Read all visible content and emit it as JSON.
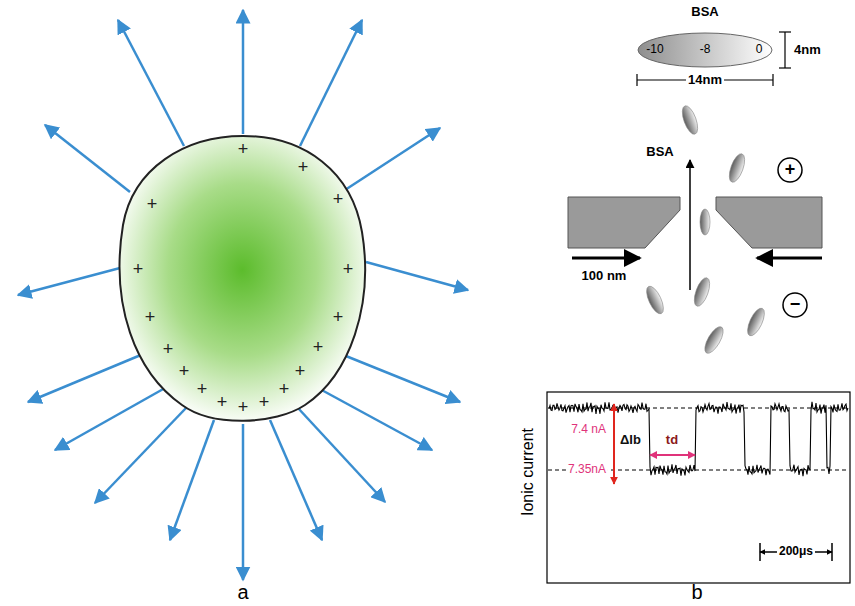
{
  "diagram": {
    "nodes": [
      {
        "text": [
          "BSA",
          "-10",
          "-8",
          "0"
        ]
      },
      {
        "text": [
          "+"
        ]
      },
      {
        "text": [
          "−"
        ]
      }
    ],
    "labels": [
      "+",
      "+",
      "+",
      "+",
      "+",
      "+",
      "+",
      "+",
      "+",
      "+",
      "+",
      "+",
      "+",
      "+",
      "+",
      "+",
      "+",
      "a",
      "4nm",
      "14nm",
      "BSA",
      "100 nm",
      "Ionic current",
      "7.4 nA",
      "ΔIb",
      "td",
      "7.35nA",
      "200μs",
      "b"
    ]
  }
}
